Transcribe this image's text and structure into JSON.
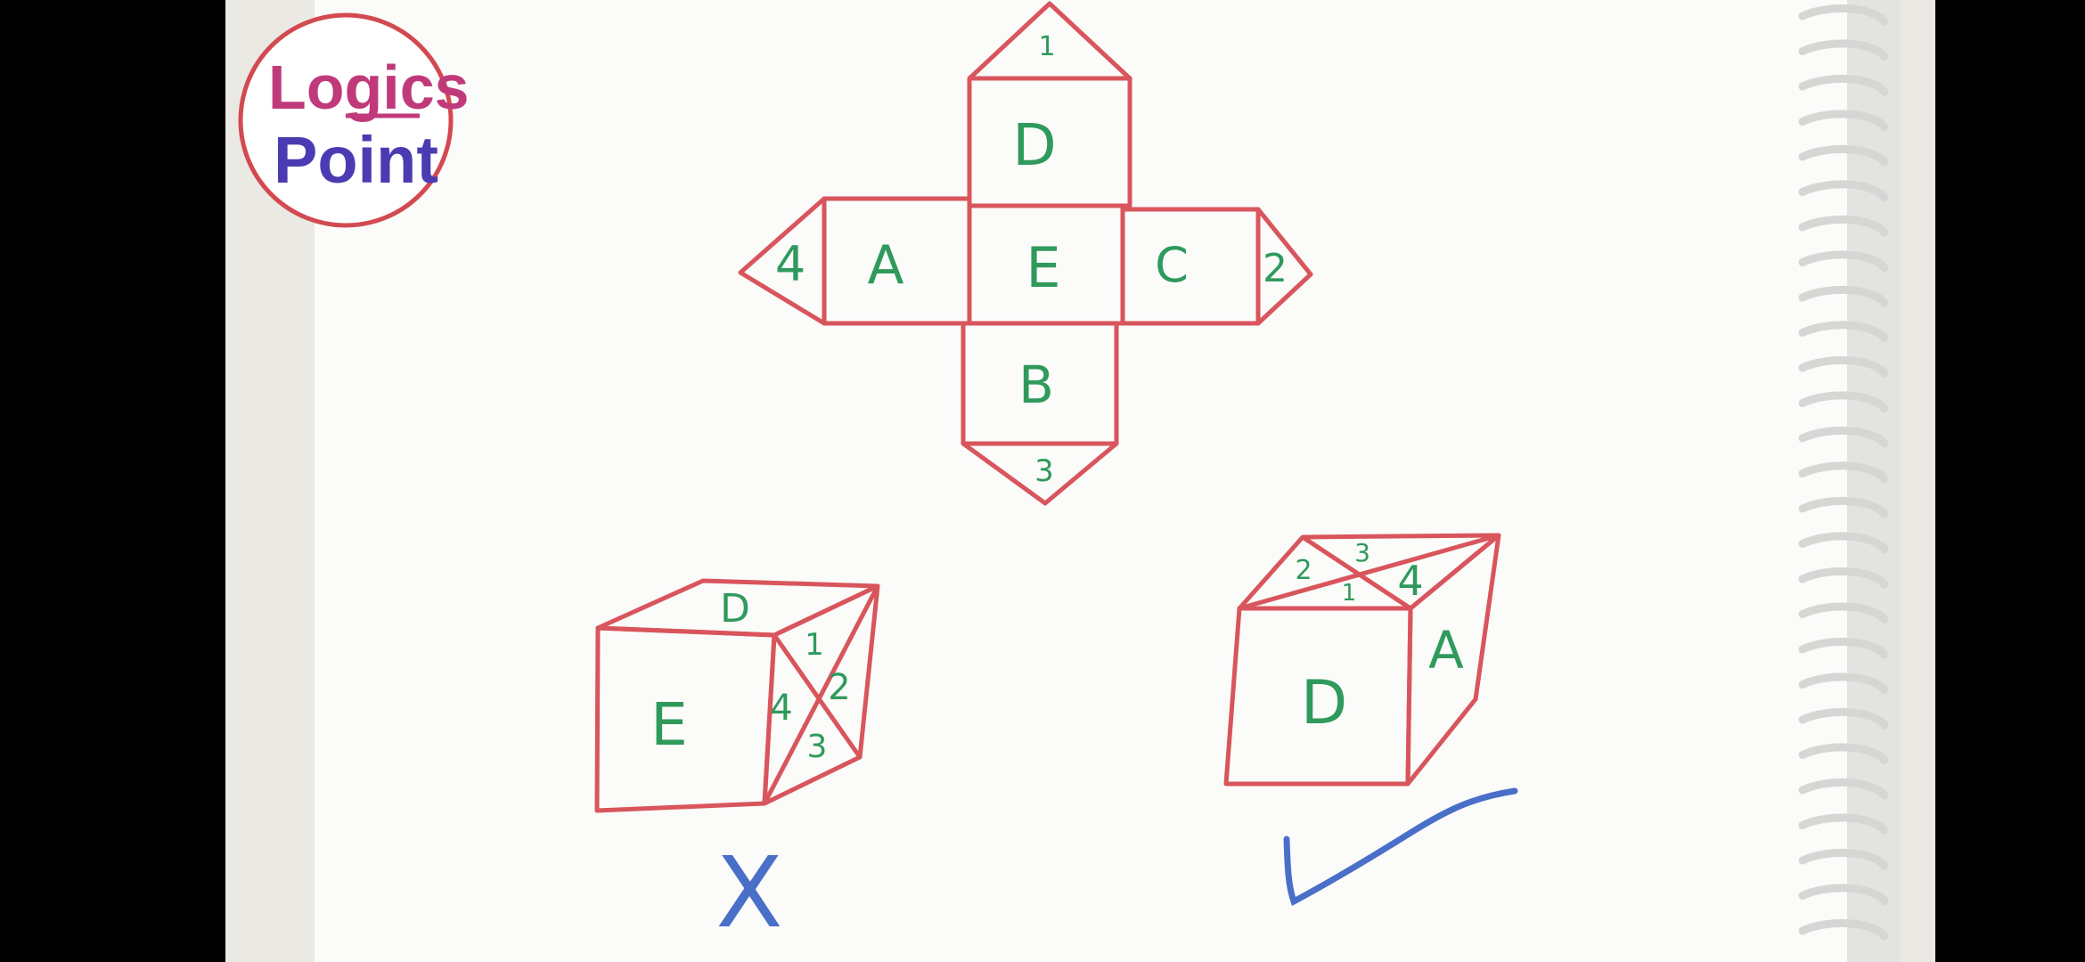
{
  "logo": {
    "line1": "Logics",
    "line2": "Point"
  },
  "net": {
    "faces": {
      "top": "D",
      "left": "A",
      "center": "E",
      "right": "C",
      "bottom": "B"
    },
    "flaps": {
      "top": "1",
      "left": "4",
      "right": "2",
      "bottom": "3"
    }
  },
  "wrong_cube": {
    "front": "E",
    "top": "D",
    "side_parts": {
      "top": "1",
      "left": "4",
      "right": "2",
      "bottom": "3"
    },
    "mark": "X"
  },
  "right_cube": {
    "front": "D",
    "side": "A",
    "top_parts": {
      "back": "3",
      "left": "2",
      "front": "1",
      "right": "4"
    }
  },
  "colors": {
    "line": "#d9555c",
    "letter": "#2f9a5c",
    "mark": "#4a6fc8",
    "paper": "#fbfbfa",
    "logo_ring": "#d24a50"
  }
}
